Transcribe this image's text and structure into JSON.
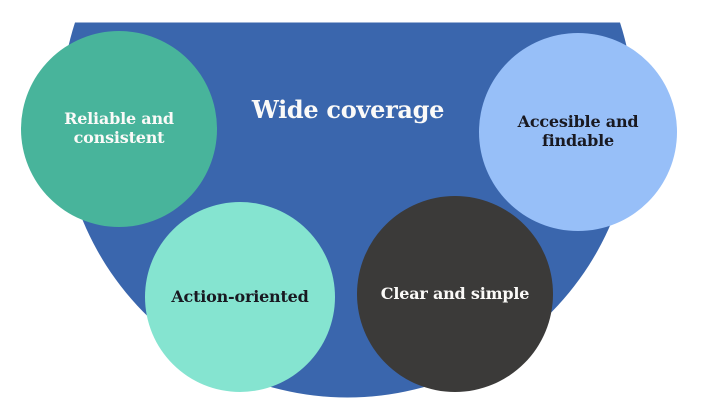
{
  "diagram": {
    "background_color": "#ffffff",
    "bowl": {
      "label": "Wide coverage",
      "color": "#3a66ad",
      "text_color": "#fbfaf8"
    },
    "circles": [
      {
        "id": "reliable-consistent",
        "label": "Reliable and consistent",
        "color": "#48b49b",
        "text_color": "#fbfaf8"
      },
      {
        "id": "accessible-findable",
        "label": "Accesible and findable",
        "color": "#97bff8",
        "text_color": "#191921"
      },
      {
        "id": "action-oriented",
        "label": "Action-oriented",
        "color": "#85e4d0",
        "text_color": "#191921"
      },
      {
        "id": "clear-simple",
        "label": "Clear and simple",
        "color": "#3b3a39",
        "text_color": "#fbfaf8"
      }
    ]
  }
}
